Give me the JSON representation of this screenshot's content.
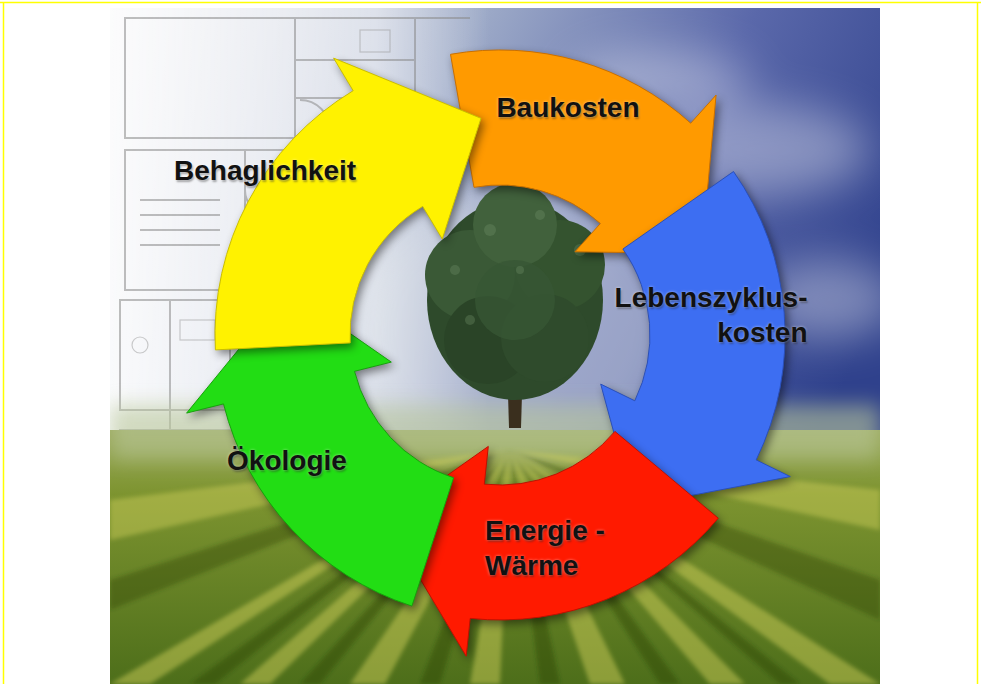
{
  "diagram": {
    "nodes": [
      {
        "text": [
          "Baukosten"
        ]
      },
      {
        "text": [
          "Lebenszyklus- kosten"
        ]
      },
      {
        "text": [
          "Energie - Wärme"
        ]
      },
      {
        "text": [
          "Ökologie"
        ]
      },
      {
        "text": [
          "Behaglichkeit"
        ]
      }
    ]
  }
}
